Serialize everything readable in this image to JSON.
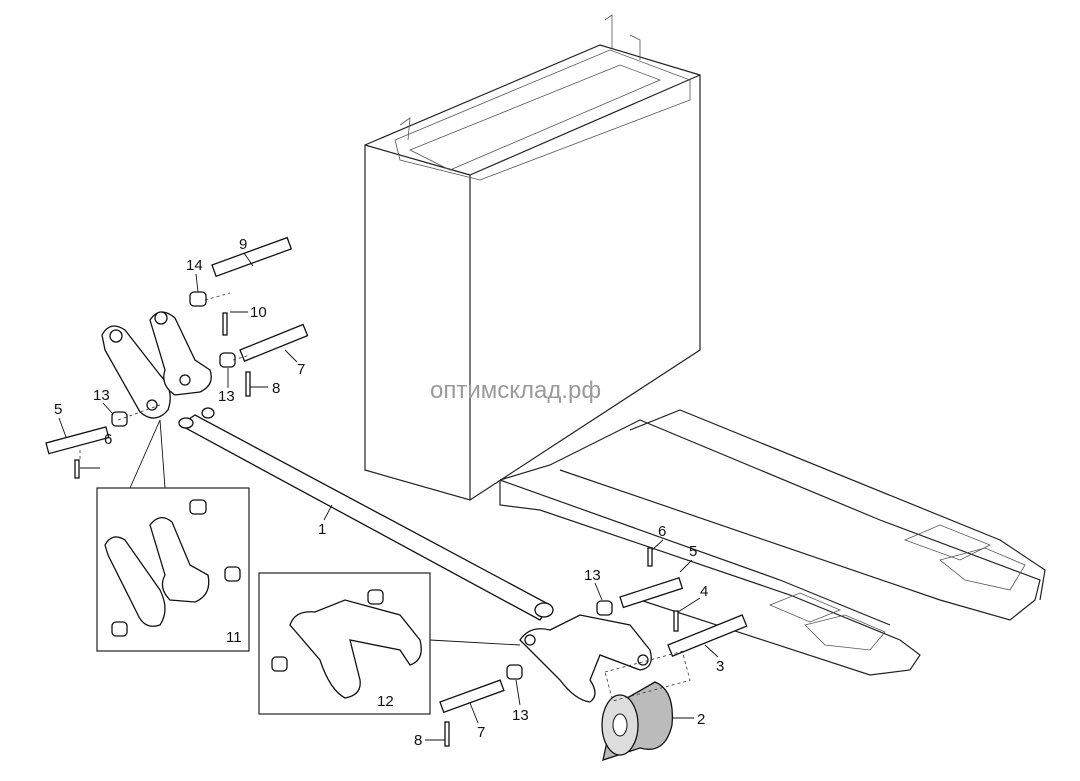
{
  "watermark": "оптимсклад.рф",
  "callouts": {
    "pin_9": "9",
    "bushing_14": "14",
    "pin_10": "10",
    "pin_7_top": "7",
    "pin_8_top": "8",
    "bushing_13_top": "13",
    "bushing_13_left": "13",
    "pin_5_left": "5",
    "pin_6_left": "6",
    "assembly_11": "11",
    "rod_1": "1",
    "assembly_12": "12",
    "pin_6_right": "6",
    "pin_5_right": "5",
    "bushing_13_right": "13",
    "pin_4": "4",
    "axle_3": "3",
    "bushing_13_bottom": "13",
    "pin_7_bottom": "7",
    "pin_8_bottom": "8",
    "roller_2": "2"
  }
}
